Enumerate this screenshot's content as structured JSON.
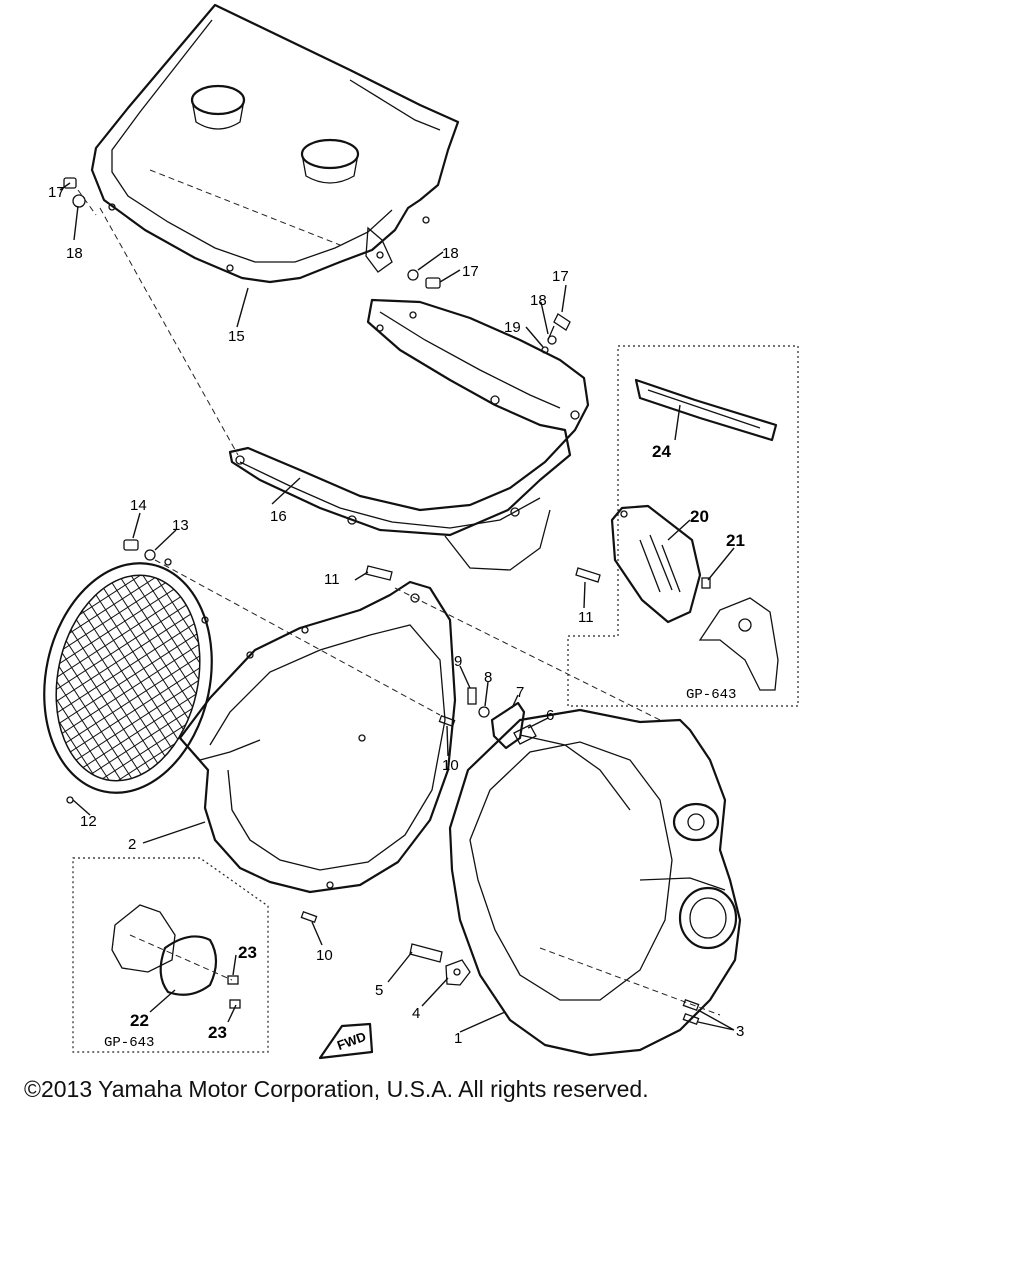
{
  "callouts": [
    {
      "id": "17a",
      "text": "17"
    },
    {
      "id": "18a",
      "text": "18"
    },
    {
      "id": "15",
      "text": "15"
    },
    {
      "id": "18b",
      "text": "18"
    },
    {
      "id": "17b",
      "text": "17"
    },
    {
      "id": "17c",
      "text": "17"
    },
    {
      "id": "18c",
      "text": "18"
    },
    {
      "id": "19",
      "text": "19"
    },
    {
      "id": "24",
      "text": "24"
    },
    {
      "id": "16",
      "text": "16"
    },
    {
      "id": "14",
      "text": "14"
    },
    {
      "id": "13",
      "text": "13"
    },
    {
      "id": "20",
      "text": "20"
    },
    {
      "id": "21",
      "text": "21"
    },
    {
      "id": "11a",
      "text": "11"
    },
    {
      "id": "11b",
      "text": "11"
    },
    {
      "id": "9",
      "text": "9"
    },
    {
      "id": "8",
      "text": "8"
    },
    {
      "id": "7",
      "text": "7"
    },
    {
      "id": "6",
      "text": "6"
    },
    {
      "id": "10a",
      "text": "10"
    },
    {
      "id": "12",
      "text": "12"
    },
    {
      "id": "2",
      "text": "2"
    },
    {
      "id": "10b",
      "text": "10"
    },
    {
      "id": "23a",
      "text": "23"
    },
    {
      "id": "22",
      "text": "22"
    },
    {
      "id": "23b",
      "text": "23"
    },
    {
      "id": "5",
      "text": "5"
    },
    {
      "id": "4",
      "text": "4"
    },
    {
      "id": "1",
      "text": "1"
    },
    {
      "id": "3",
      "text": "3"
    }
  ],
  "box_labels": {
    "top_right": "GP-643",
    "bottom_left": "GP-643"
  },
  "fwd_label": "FWD",
  "copyright": "©2013 Yamaha Motor Corporation, U.S.A. All rights reserved."
}
